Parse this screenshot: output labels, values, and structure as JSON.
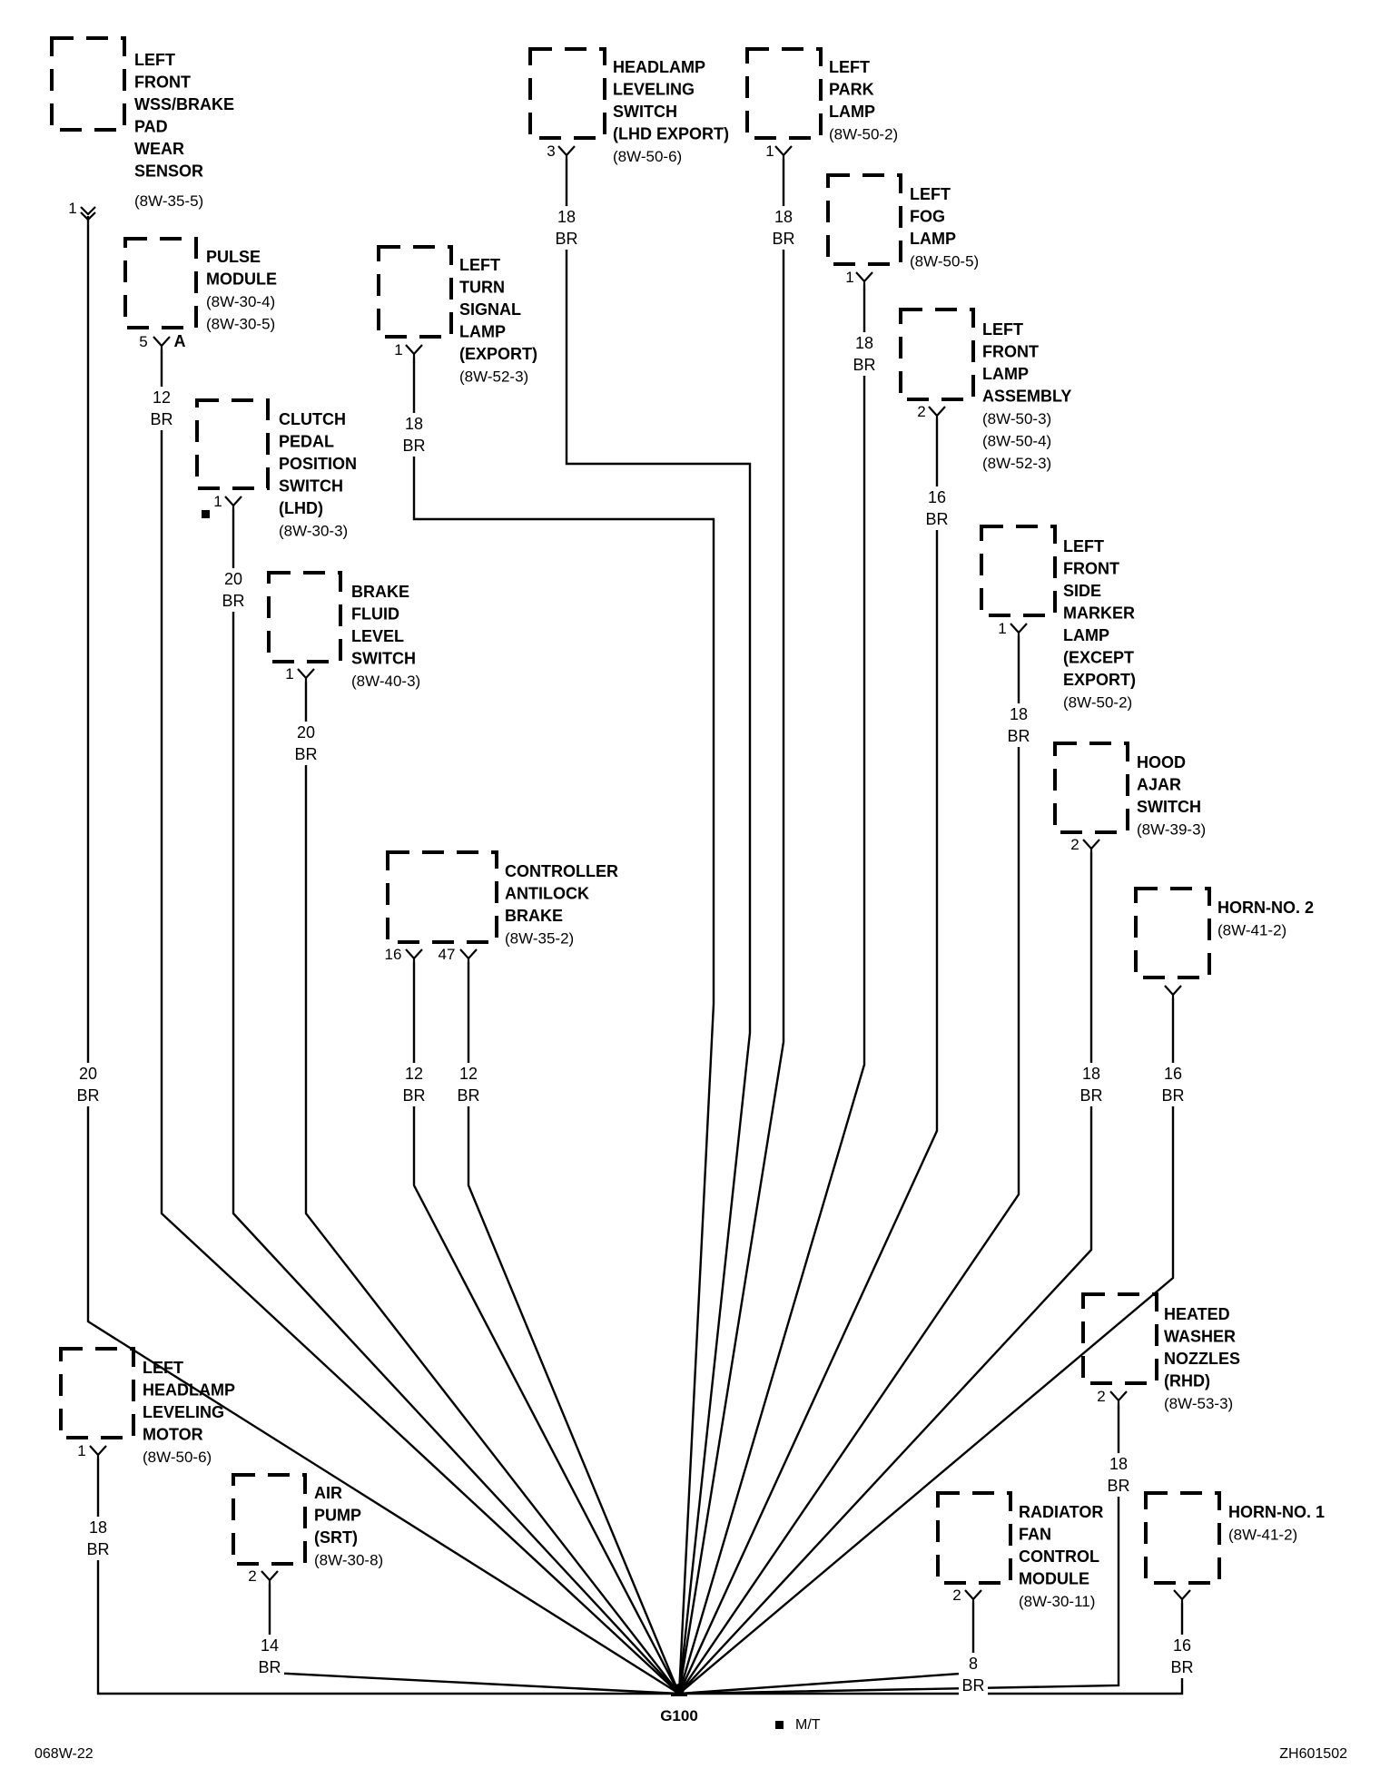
{
  "diagram": {
    "ground": {
      "label": "G100"
    },
    "footer": {
      "left_code": "068W-22",
      "right_code": "ZH601502",
      "legend_text": "M/T"
    },
    "components": [
      {
        "id": "lf-wss",
        "name": [
          "LEFT",
          "FRONT",
          "WSS/BRAKE",
          "PAD",
          "WEAR",
          "SENSOR"
        ],
        "refs": [
          "(8W-35-5)"
        ],
        "pins": [
          "1"
        ],
        "wires": [
          {
            "gauge": "20",
            "color": "BR"
          }
        ]
      },
      {
        "id": "pulse-module",
        "name": [
          "PULSE",
          "MODULE"
        ],
        "refs": [
          "(8W-30-4)",
          "(8W-30-5)"
        ],
        "pins": [
          "5"
        ],
        "pin_suffix": "A",
        "wires": [
          {
            "gauge": "12",
            "color": "BR"
          }
        ]
      },
      {
        "id": "clutch-switch",
        "name": [
          "CLUTCH",
          "PEDAL",
          "POSITION",
          "SWITCH",
          "(LHD)"
        ],
        "refs": [
          "(8W-30-3)"
        ],
        "pins": [
          "1"
        ],
        "wires": [
          {
            "gauge": "20",
            "color": "BR"
          }
        ]
      },
      {
        "id": "brake-fluid",
        "name": [
          "BRAKE",
          "FLUID",
          "LEVEL",
          "SWITCH"
        ],
        "refs": [
          "(8W-40-3)"
        ],
        "pins": [
          "1"
        ],
        "wires": [
          {
            "gauge": "20",
            "color": "BR"
          }
        ]
      },
      {
        "id": "lt-turn",
        "name": [
          "LEFT",
          "TURN",
          "SIGNAL",
          "LAMP",
          "(EXPORT)"
        ],
        "refs": [
          "(8W-52-3)"
        ],
        "pins": [
          "1"
        ],
        "wires": [
          {
            "gauge": "18",
            "color": "BR"
          }
        ]
      },
      {
        "id": "cab",
        "name": [
          "CONTROLLER",
          "ANTILOCK",
          "BRAKE"
        ],
        "refs": [
          "(8W-35-2)"
        ],
        "pins": [
          "16",
          "47"
        ],
        "wires": [
          {
            "gauge": "12",
            "color": "BR"
          },
          {
            "gauge": "12",
            "color": "BR"
          }
        ]
      },
      {
        "id": "hl-switch",
        "name": [
          "HEADLAMP",
          "LEVELING",
          "SWITCH",
          "(LHD EXPORT)"
        ],
        "refs": [
          "(8W-50-6)"
        ],
        "pins": [
          "3"
        ],
        "wires": [
          {
            "gauge": "18",
            "color": "BR"
          }
        ]
      },
      {
        "id": "park-lamp",
        "name": [
          "LEFT",
          "PARK",
          "LAMP"
        ],
        "refs": [
          "(8W-50-2)"
        ],
        "pins": [
          "1"
        ],
        "wires": [
          {
            "gauge": "18",
            "color": "BR"
          }
        ]
      },
      {
        "id": "fog-lamp",
        "name": [
          "LEFT",
          "FOG",
          "LAMP"
        ],
        "refs": [
          "(8W-50-5)"
        ],
        "pins": [
          "1"
        ],
        "wires": [
          {
            "gauge": "18",
            "color": "BR"
          }
        ]
      },
      {
        "id": "lamp-assy",
        "name": [
          "LEFT",
          "FRONT",
          "LAMP",
          "ASSEMBLY"
        ],
        "refs": [
          "(8W-50-3)",
          "(8W-50-4)",
          "(8W-52-3)"
        ],
        "pins": [
          "2"
        ],
        "wires": [
          {
            "gauge": "16",
            "color": "BR"
          }
        ]
      },
      {
        "id": "side-marker",
        "name": [
          "LEFT",
          "FRONT",
          "SIDE",
          "MARKER",
          "LAMP",
          "(EXCEPT",
          "EXPORT)"
        ],
        "refs": [
          "(8W-50-2)"
        ],
        "pins": [
          "1"
        ],
        "wires": [
          {
            "gauge": "18",
            "color": "BR"
          }
        ]
      },
      {
        "id": "hood-ajar",
        "name": [
          "HOOD",
          "AJAR",
          "SWITCH"
        ],
        "refs": [
          "(8W-39-3)"
        ],
        "pins": [
          "2"
        ],
        "wires": [
          {
            "gauge": "18",
            "color": "BR"
          }
        ]
      },
      {
        "id": "horn-2",
        "name": [
          "HORN-NO. 2"
        ],
        "refs": [
          "(8W-41-2)"
        ],
        "pins": [
          ""
        ],
        "wires": [
          {
            "gauge": "16",
            "color": "BR"
          }
        ]
      },
      {
        "id": "washer",
        "name": [
          "HEATED",
          "WASHER",
          "NOZZLES",
          "(RHD)"
        ],
        "refs": [
          "(8W-53-3)"
        ],
        "pins": [
          "2"
        ],
        "wires": [
          {
            "gauge": "18",
            "color": "BR"
          }
        ]
      },
      {
        "id": "hl-motor",
        "name": [
          "LEFT",
          "HEADLAMP",
          "LEVELING",
          "MOTOR"
        ],
        "refs": [
          "(8W-50-6)"
        ],
        "pins": [
          "1"
        ],
        "wires": [
          {
            "gauge": "18",
            "color": "BR"
          }
        ]
      },
      {
        "id": "air-pump",
        "name": [
          "AIR",
          "PUMP",
          "(SRT)"
        ],
        "refs": [
          "(8W-30-8)"
        ],
        "pins": [
          "2"
        ],
        "wires": [
          {
            "gauge": "14",
            "color": "BR"
          }
        ]
      },
      {
        "id": "rad-fan",
        "name": [
          "RADIATOR",
          "FAN",
          "CONTROL",
          "MODULE"
        ],
        "refs": [
          "(8W-30-11)"
        ],
        "pins": [
          "2"
        ],
        "wires": [
          {
            "gauge": "8",
            "color": "BR"
          }
        ]
      },
      {
        "id": "horn-1",
        "name": [
          "HORN-NO. 1"
        ],
        "refs": [
          "(8W-41-2)"
        ],
        "pins": [
          ""
        ],
        "wires": [
          {
            "gauge": "16",
            "color": "BR"
          }
        ]
      }
    ]
  }
}
